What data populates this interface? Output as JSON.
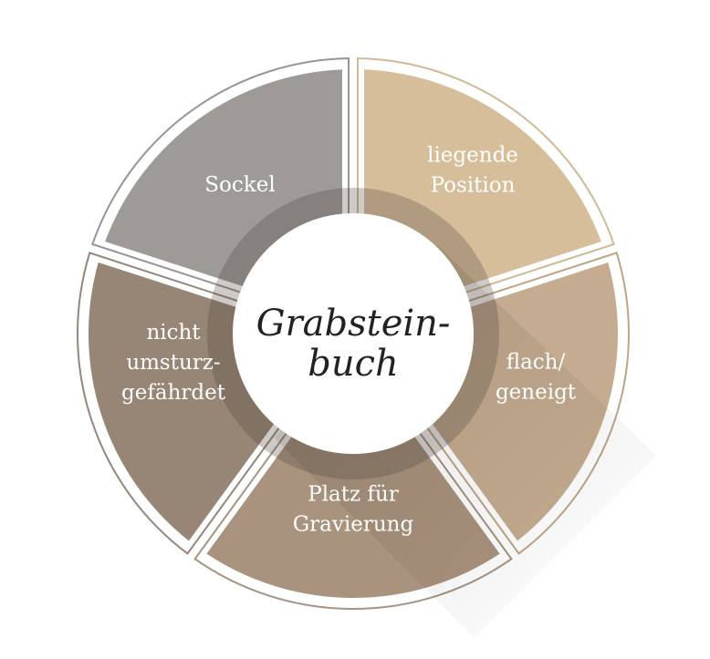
{
  "center": {
    "line1": "Grabstein-",
    "line2": "buch"
  },
  "segments": [
    {
      "lines": [
        "Sockel"
      ],
      "color": "#9e9a98",
      "stroke": "#9a9593"
    },
    {
      "lines": [
        "liegende",
        "Position"
      ],
      "color": "#d7be9b",
      "stroke": "#d2b994"
    },
    {
      "lines": [
        "flach/",
        "geneigt"
      ],
      "color": "#c5ac90",
      "stroke": "#bea588"
    },
    {
      "lines": [
        "Platz für",
        "Gravierung"
      ],
      "color": "#aa937e",
      "stroke": "#a89280"
    },
    {
      "lines": [
        "nicht",
        "umsturz-",
        "gefährdet"
      ],
      "color": "#978575",
      "stroke": "#96857a"
    }
  ]
}
